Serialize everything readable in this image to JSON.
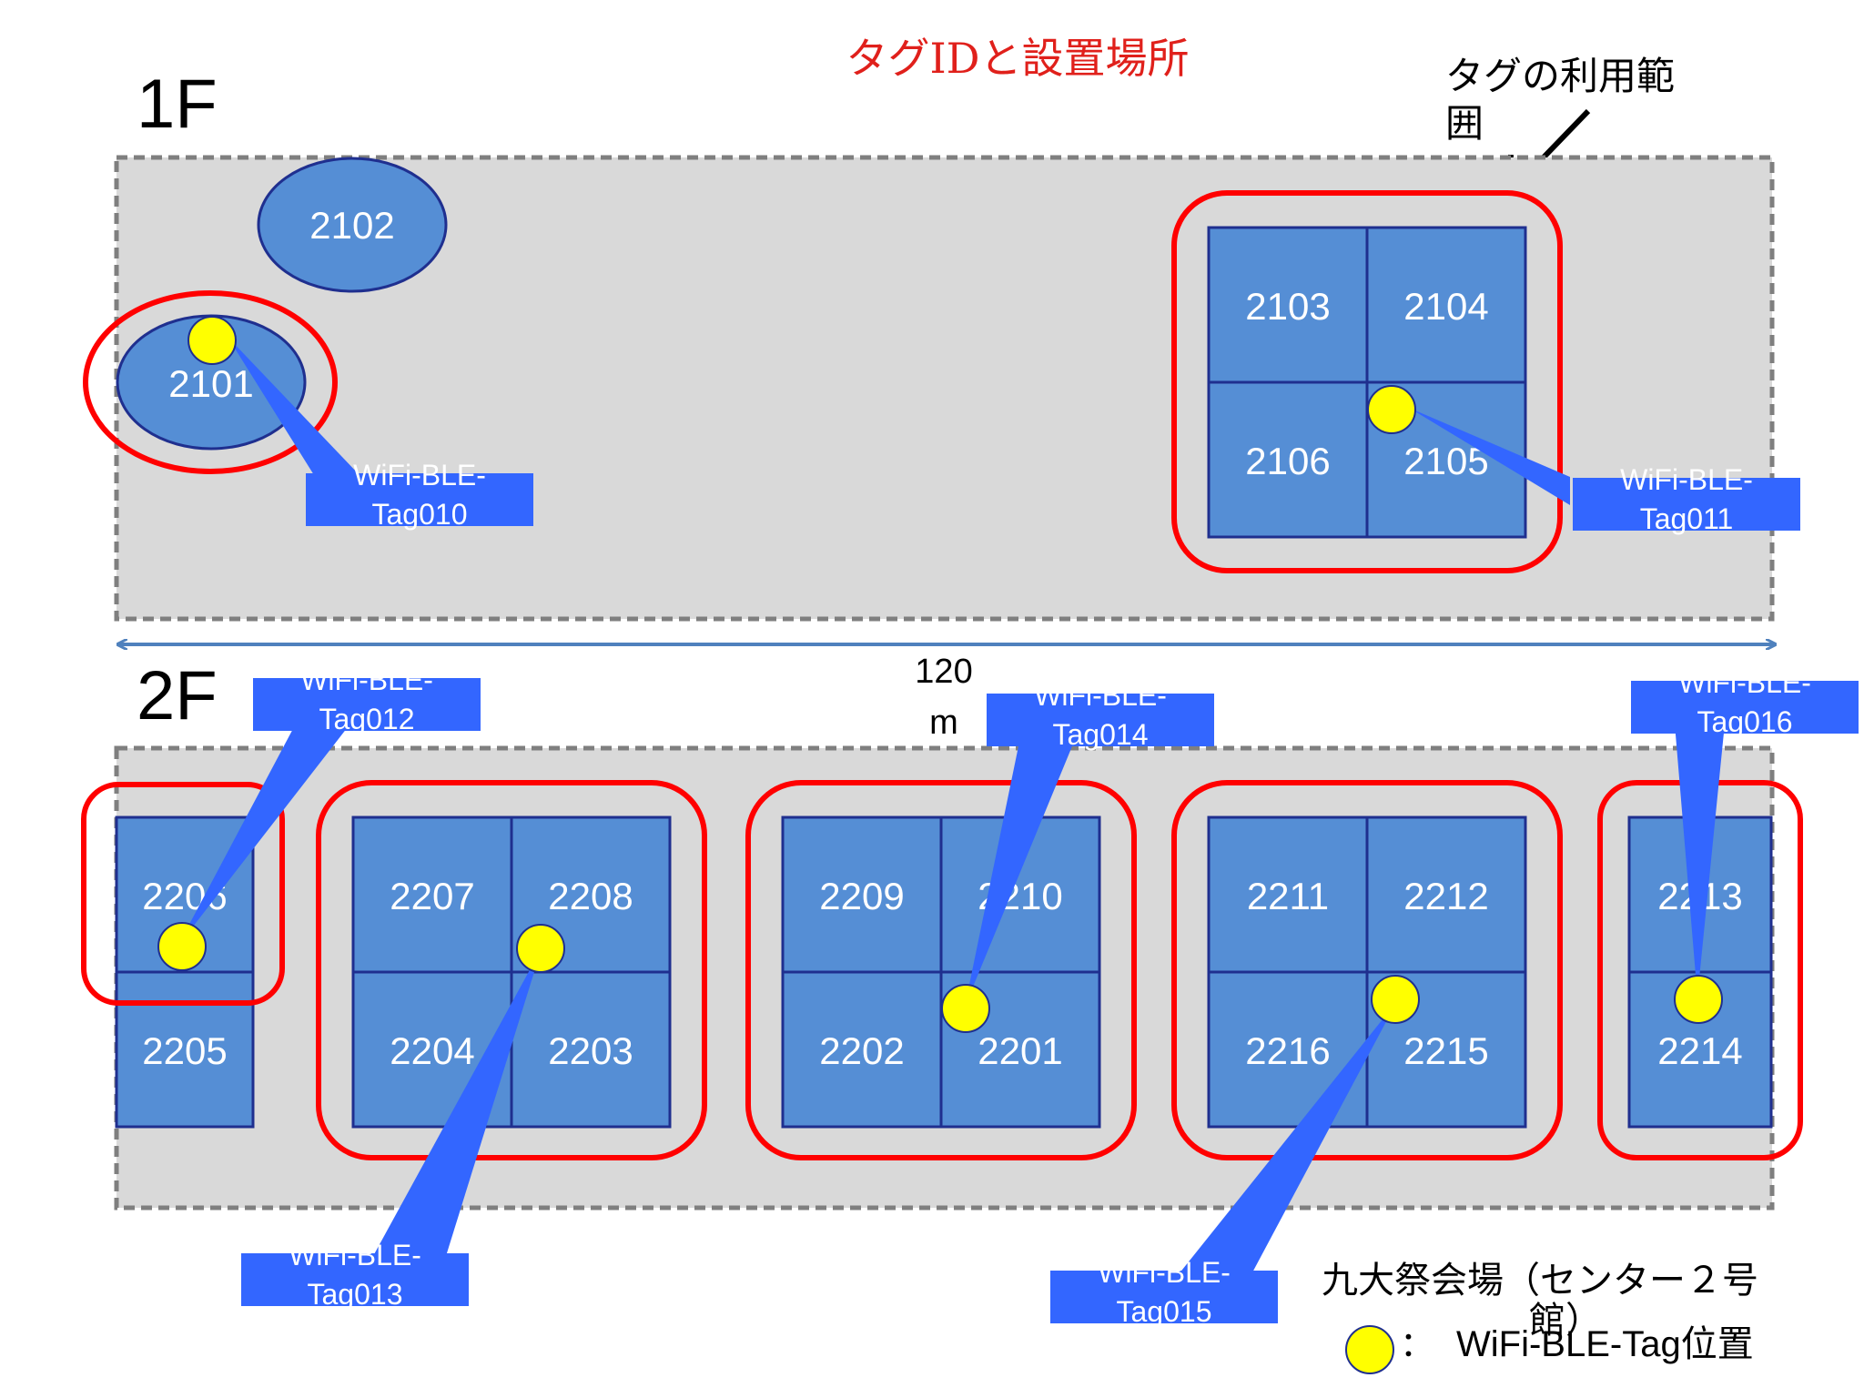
{
  "title": "タグIDと設置場所",
  "floor_labels": {
    "f1": "1F",
    "f2": "2F"
  },
  "range_note": {
    "line1": "タグの利用範",
    "line2": "囲"
  },
  "dimension": {
    "value": "120",
    "unit": "m"
  },
  "rooms_1f": [
    "2101",
    "2102",
    "2103",
    "2104",
    "2105",
    "2106"
  ],
  "rooms_2f": [
    "2201",
    "2202",
    "2203",
    "2204",
    "2205",
    "2206",
    "2207",
    "2208",
    "2209",
    "2210",
    "2211",
    "2212",
    "2213",
    "2214",
    "2215",
    "2216"
  ],
  "tags": [
    {
      "line1": "WiFi-BLE-",
      "line2": "Tag010"
    },
    {
      "line1": "WiFi-BLE-",
      "line2": "Tag011"
    },
    {
      "line1": "WiFi-BLE-",
      "line2": "Tag012"
    },
    {
      "line1": "WiFi-BLE-",
      "line2": "Tag013"
    },
    {
      "line1": "WiFi-BLE-",
      "line2": "Tag014"
    },
    {
      "line1": "WiFi-BLE-",
      "line2": "Tag015"
    },
    {
      "line1": "WiFi-BLE-",
      "line2": "Tag016"
    }
  ],
  "venue": {
    "line1": "九大祭会場（センター２号",
    "line2": "館）"
  },
  "legend": {
    "sep": "：",
    "text": "WiFi-BLE-Tag位置"
  },
  "colors": {
    "title": "#e0201b",
    "room_fill": "#558ed5",
    "room_border": "#1f2f8f",
    "floor_fill": "#d9d9d9",
    "floor_border": "#7f7f7f",
    "range_outline": "#ff0000",
    "tag_fill": "#3366ff",
    "tag_dot": "#ffff00",
    "arrow": "#4f81bd"
  }
}
